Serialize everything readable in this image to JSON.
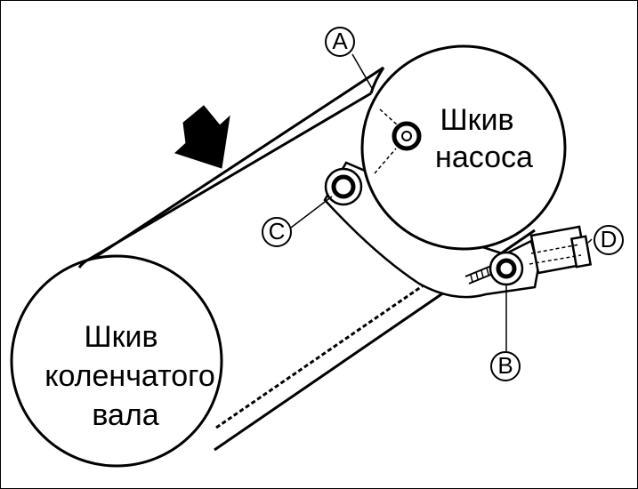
{
  "labels": {
    "pump_pulley_line1": "Шкив",
    "pump_pulley_line2": "насоса",
    "crank_pulley_line1": "Шкив",
    "crank_pulley_line2": "коленчатого",
    "crank_pulley_line3": "вала"
  },
  "callouts": {
    "a": "A",
    "b": "B",
    "c": "C",
    "d": "D"
  },
  "colors": {
    "ink": "#000000",
    "paper": "#ffffff"
  }
}
